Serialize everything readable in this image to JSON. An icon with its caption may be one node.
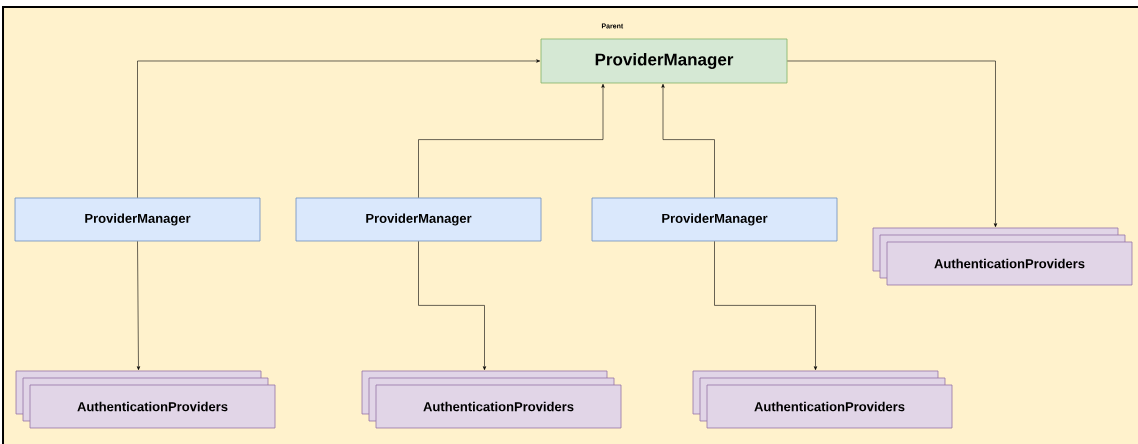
{
  "diagram": {
    "nodes": [
      {
        "text": [
          "Parent",
          "ProviderManager"
        ]
      },
      {
        "text": [
          "ProviderManager"
        ]
      },
      {
        "text": [
          "ProviderManager"
        ]
      },
      {
        "text": [
          "ProviderManager"
        ]
      },
      {
        "text": [
          "AuthenticationProviders"
        ]
      },
      {
        "text": [
          "AuthenticationProviders"
        ]
      },
      {
        "text": [
          "AuthenticationProviders"
        ]
      },
      {
        "text": [
          "AuthenticationProviders"
        ]
      }
    ],
    "edges": [
      {
        "from": 1,
        "to": 0,
        "arrow": "to"
      },
      {
        "from": 2,
        "to": 0,
        "arrow": "to"
      },
      {
        "from": 3,
        "to": 0,
        "arrow": "to"
      },
      {
        "from": 0,
        "to": 4,
        "arrow": "to"
      },
      {
        "from": 1,
        "to": 5,
        "arrow": "to"
      },
      {
        "from": 2,
        "to": 6,
        "arrow": "to"
      },
      {
        "from": 3,
        "to": 7,
        "arrow": "to"
      }
    ]
  }
}
